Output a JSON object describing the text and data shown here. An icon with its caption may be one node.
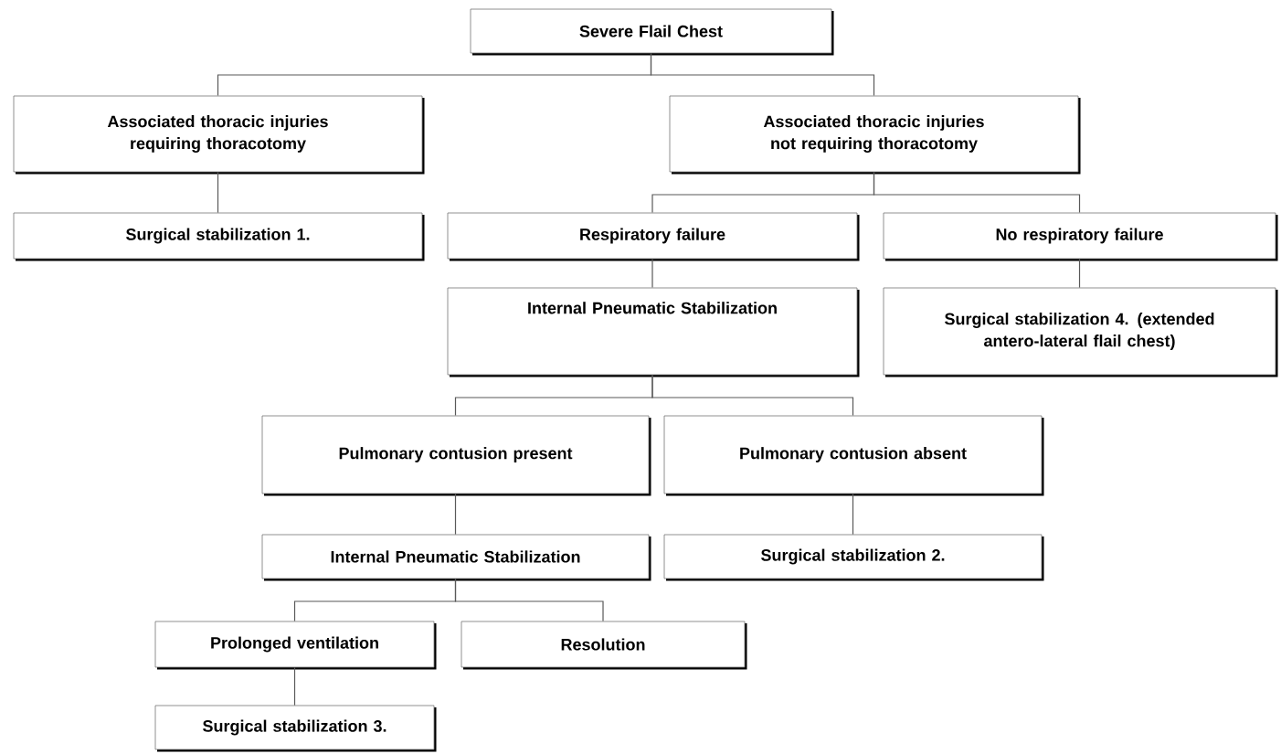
{
  "diagram": {
    "nodes": [
      {
        "text": [
          "Severe Flail Chest"
        ]
      },
      {
        "text": [
          "Associated thoracic injuries requiring thoracotomy"
        ]
      },
      {
        "text": [
          "Associated thoracic injuries not requiring thoracotomy"
        ]
      },
      {
        "text": [
          "Surgical stabilization 1."
        ]
      },
      {
        "text": [
          "Respiratory failure"
        ]
      },
      {
        "text": [
          "No respiratory failure"
        ]
      },
      {
        "text": [
          "Internal Pneumatic Stabilization"
        ]
      },
      {
        "text": [
          "Surgical stabilization 4. (extended antero-lateral flail chest)"
        ]
      },
      {
        "text": [
          "Pulmonary contusion present"
        ]
      },
      {
        "text": [
          "Pulmonary contusion absent"
        ]
      },
      {
        "text": [
          "Internal Pneumatic Stabilization"
        ]
      },
      {
        "text": [
          "Surgical stabilization 2."
        ]
      },
      {
        "text": [
          "Prolonged ventilation"
        ]
      },
      {
        "text": [
          "Resolution"
        ]
      },
      {
        "text": [
          "Surgical stabilization 3."
        ]
      }
    ],
    "edges": [
      {
        "from": 0,
        "to": 1,
        "arrow": "none"
      },
      {
        "from": 0,
        "to": 2,
        "arrow": "none"
      },
      {
        "from": 1,
        "to": 3,
        "arrow": "none"
      },
      {
        "from": 2,
        "to": 4,
        "arrow": "none"
      },
      {
        "from": 2,
        "to": 5,
        "arrow": "none"
      },
      {
        "from": 4,
        "to": 6,
        "arrow": "none"
      },
      {
        "from": 5,
        "to": 7,
        "arrow": "none"
      },
      {
        "from": 6,
        "to": 8,
        "arrow": "none"
      },
      {
        "from": 6,
        "to": 9,
        "arrow": "none"
      },
      {
        "from": 8,
        "to": 10,
        "arrow": "none"
      },
      {
        "from": 9,
        "to": 11,
        "arrow": "none"
      },
      {
        "from": 10,
        "to": 12,
        "arrow": "none"
      },
      {
        "from": 10,
        "to": 13,
        "arrow": "none"
      },
      {
        "from": 12,
        "to": 14,
        "arrow": "none"
      }
    ]
  }
}
